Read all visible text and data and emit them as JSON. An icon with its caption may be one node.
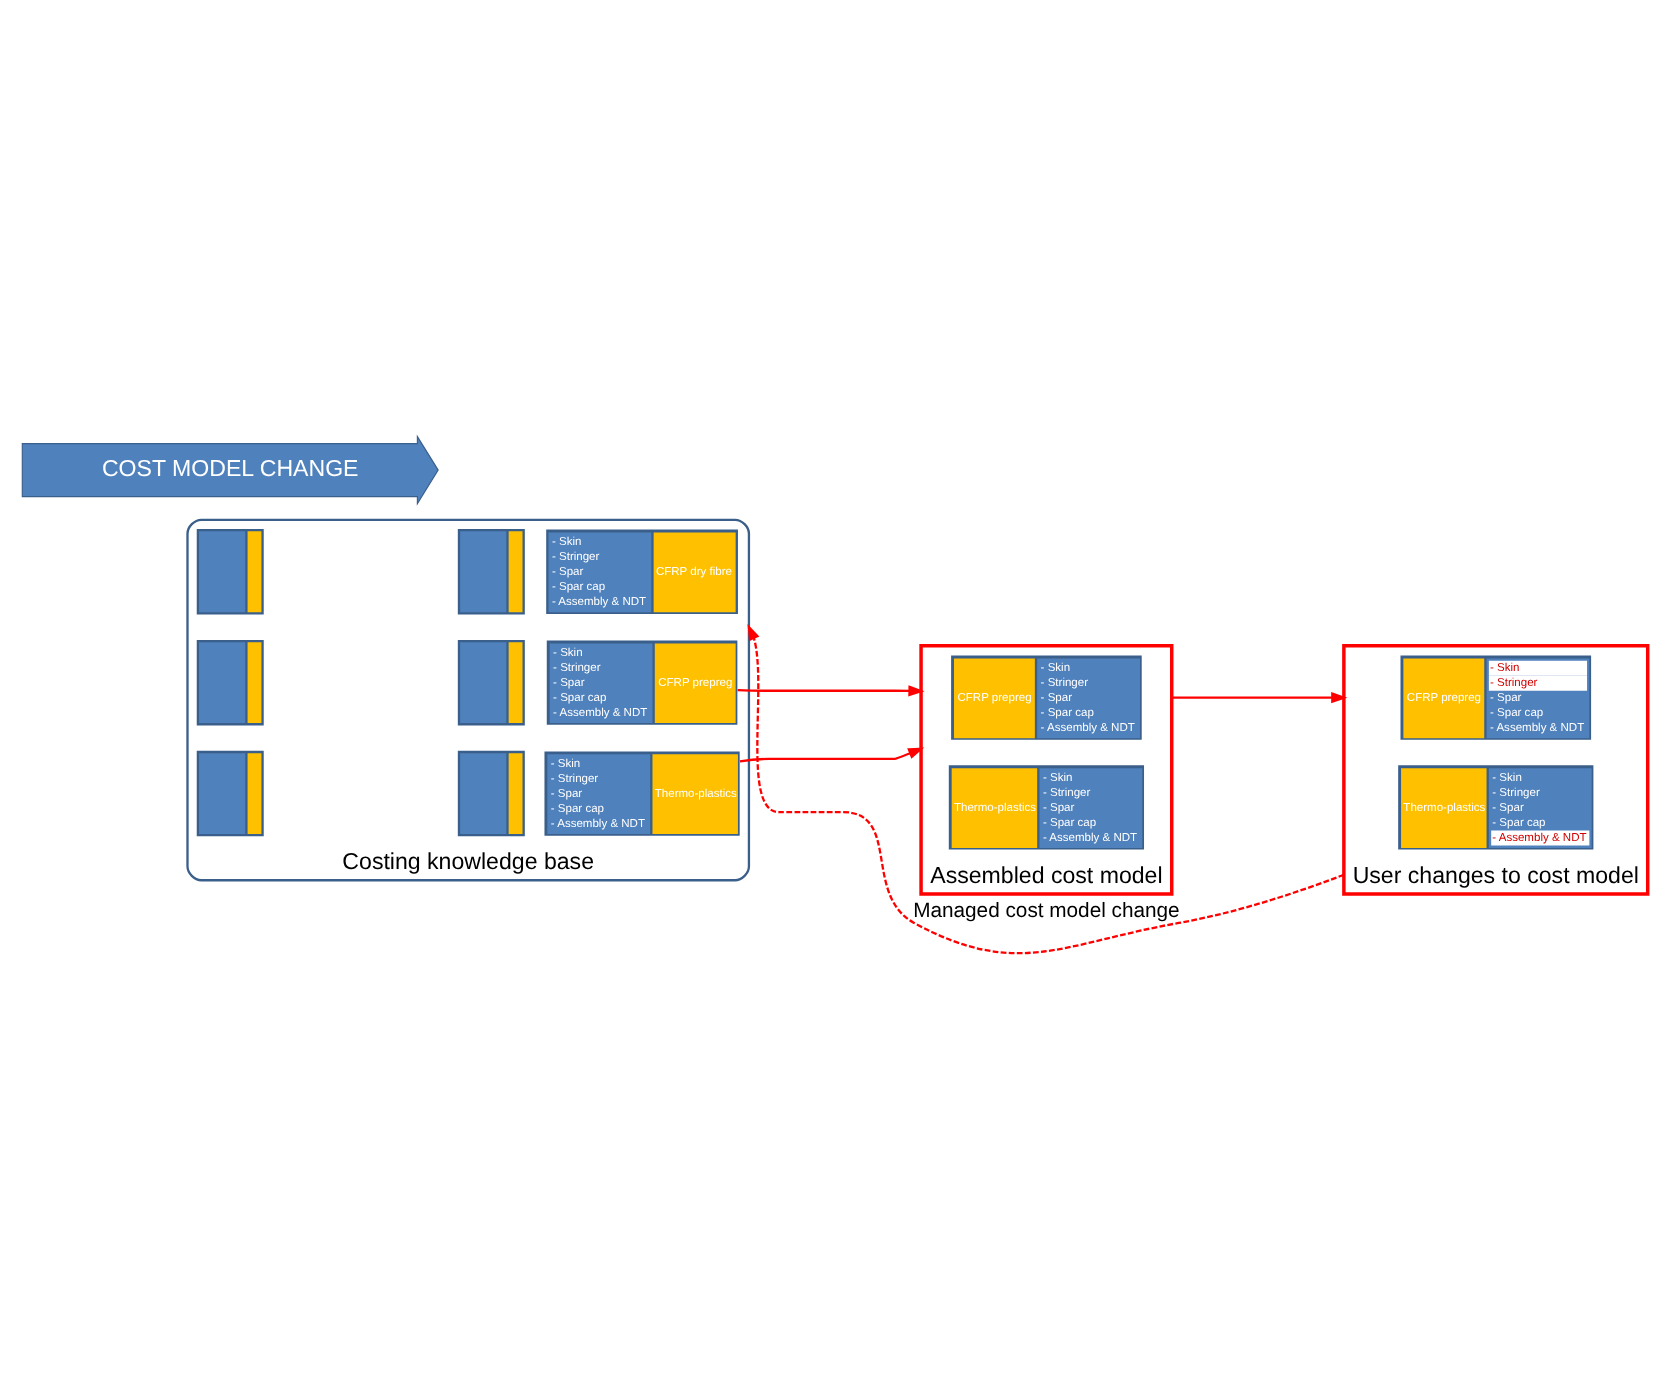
{
  "diagram": {
    "nodes": [
      {
        "text": [
          "Costing knowledge base"
        ]
      },
      {
        "text": [],
        "shape": "box",
        "in": 0
      },
      {
        "text": [],
        "shape": "box",
        "in": 0
      },
      {
        "text": [
          "CFRP dry fibre",
          "- Skin",
          "- Stringer",
          "- Spar",
          "- Spar cap",
          "- Assembly & NDT"
        ],
        "in": 0
      },
      {
        "text": [],
        "shape": "box",
        "in": 0
      },
      {
        "text": [],
        "shape": "box",
        "in": 0
      },
      {
        "text": [
          "CFRP prepreg",
          "- Skin",
          "- Stringer",
          "- Spar",
          "- Spar cap",
          "- Assembly & NDT"
        ],
        "in": 0
      },
      {
        "text": [],
        "shape": "box",
        "in": 0
      },
      {
        "text": [],
        "shape": "box",
        "in": 0
      },
      {
        "text": [
          "Thermo-plastics",
          "- Skin",
          "- Stringer",
          "- Spar",
          "- Spar cap",
          "- Assembly & NDT"
        ],
        "in": 0
      },
      {
        "text": [
          "Assembled cost model"
        ]
      },
      {
        "text": [
          "CFRP prepreg",
          "- Skin",
          "- Stringer",
          "- Spar",
          "- Spar cap",
          "- Assembly & NDT"
        ],
        "in": 10
      },
      {
        "text": [
          "Thermo-plastics",
          "- Skin",
          "- Stringer",
          "- Spar",
          "- Spar cap",
          "- Assembly & NDT"
        ],
        "in": 10
      },
      {
        "text": [
          "User changes to cost model"
        ]
      },
      {
        "text": [
          "CFRP prepreg",
          "- Skin",
          "- Stringer",
          "- Spar",
          "- Spar cap",
          "- Assembly & NDT"
        ],
        "in": 13
      },
      {
        "text": [
          "Thermo-plastics",
          "- Skin",
          "- Stringer",
          "- Spar",
          "- Spar cap",
          "- Assembly & NDT"
        ],
        "in": 13
      },
      {
        "text": [
          "COST MODEL CHANGE"
        ]
      }
    ],
    "edges": [
      {
        "from": 6,
        "to": 10,
        "arrow": "to"
      },
      {
        "from": 9,
        "to": 10,
        "arrow": "to"
      },
      {
        "from": 10,
        "to": 13,
        "arrow": "to"
      },
      {
        "from": 13,
        "to": 0,
        "arrow": "to",
        "style": "dashed",
        "label": "Managed cost model change"
      }
    ]
  }
}
